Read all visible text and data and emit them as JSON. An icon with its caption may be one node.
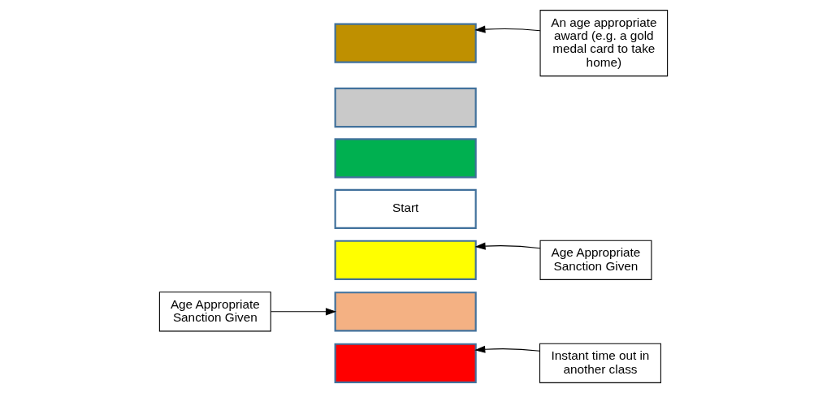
{
  "diagram": {
    "nodes": [
      {
        "text": [],
        "shape": "box"
      },
      {
        "text": [],
        "shape": "box"
      },
      {
        "text": [],
        "shape": "box"
      },
      {
        "text": [
          "Start"
        ]
      },
      {
        "text": [],
        "shape": "box"
      },
      {
        "text": [],
        "shape": "box"
      },
      {
        "text": [],
        "shape": "box"
      },
      {
        "text": [
          "An age appropriate award (e.g. a gold medal card to take home)"
        ]
      },
      {
        "text": [
          "Age Appropriate Sanction Given"
        ]
      },
      {
        "text": [
          "Age Appropriate Sanction Given"
        ]
      },
      {
        "text": [
          "Instant time out in another class"
        ]
      }
    ],
    "edges": [
      {
        "from": 7,
        "to": 0,
        "arrow": "to"
      },
      {
        "from": 8,
        "to": 4,
        "arrow": "to"
      },
      {
        "from": 9,
        "to": 5,
        "arrow": "to"
      },
      {
        "from": 10,
        "to": 6,
        "arrow": "to"
      }
    ]
  }
}
